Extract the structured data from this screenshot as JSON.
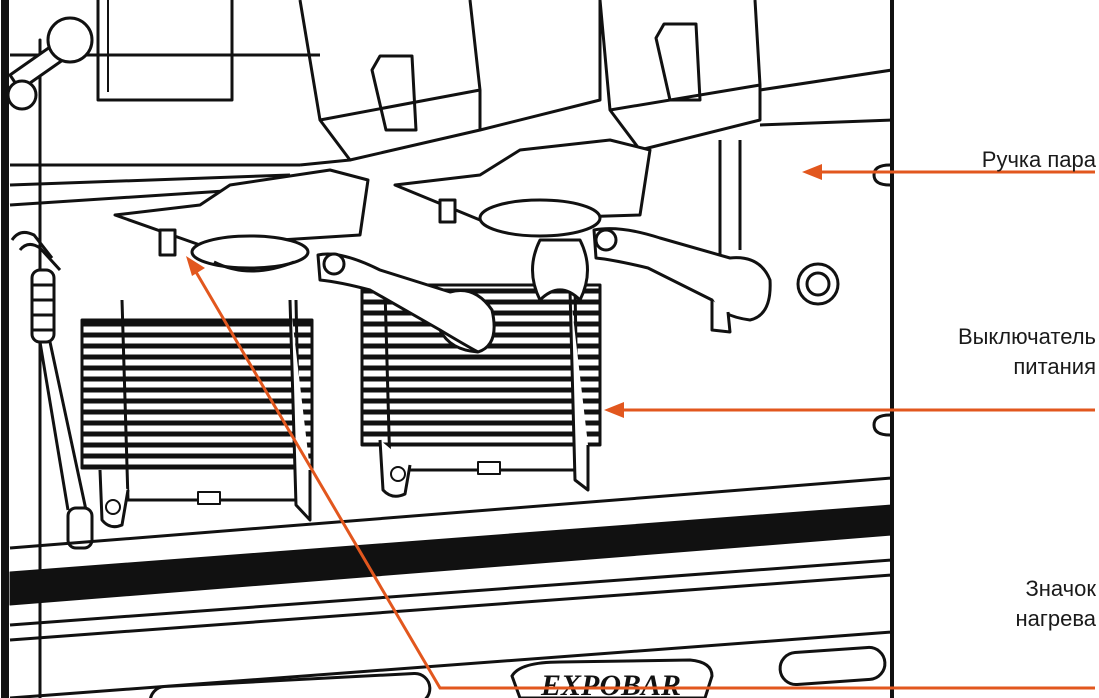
{
  "callouts": {
    "steam_handle": {
      "lines": [
        "Ручка пара"
      ]
    },
    "power_switch": {
      "lines": [
        "Выключатель",
        "питания"
      ]
    },
    "heat_icon": {
      "lines": [
        "Значок",
        "нагрева"
      ]
    }
  },
  "brand_plate": "EXPOBAR",
  "colors": {
    "leader": "#e2571e",
    "ink": "#111111",
    "label": "#1a1a1a",
    "background": "#ffffff"
  }
}
